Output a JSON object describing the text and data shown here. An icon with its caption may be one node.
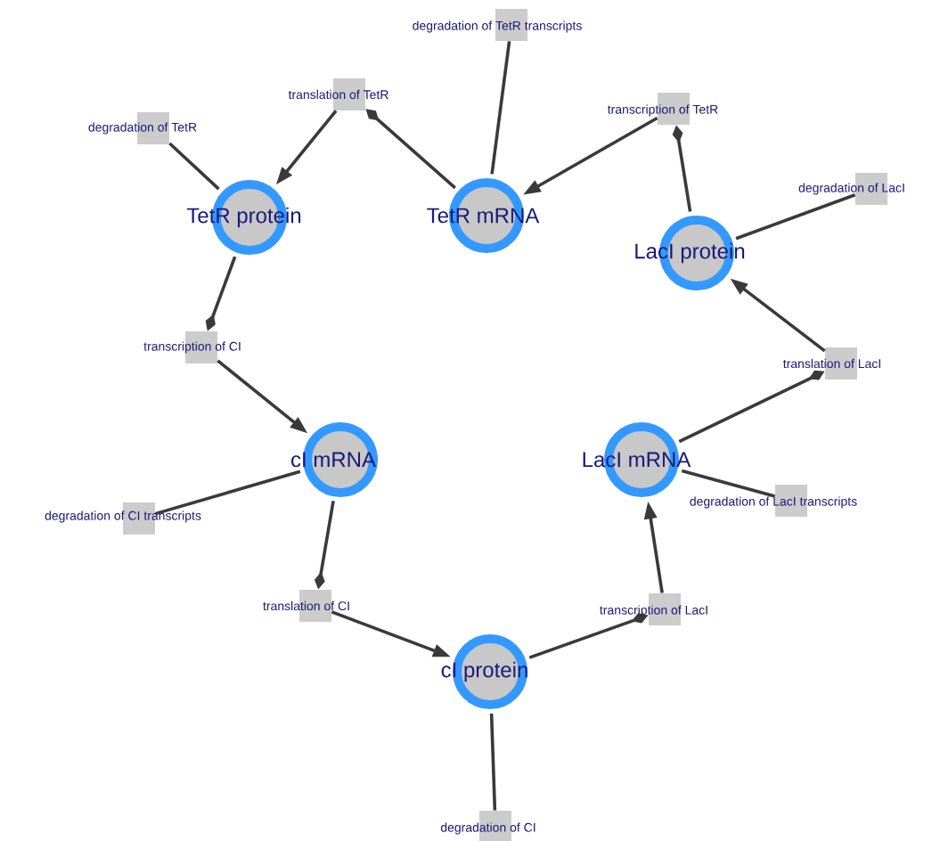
{
  "diagram": {
    "nodes": [
      {
        "text": [
          "TetR protein"
        ]
      },
      {
        "text": [
          "TetR mRNA"
        ]
      },
      {
        "text": [
          "LacI protein"
        ]
      },
      {
        "text": [
          "cI mRNA"
        ]
      },
      {
        "text": [
          "LacI mRNA"
        ]
      },
      {
        "text": [
          "cI protein"
        ]
      },
      {
        "text": [
          "degradation of TetR transcripts"
        ]
      },
      {
        "text": [
          "translation of TetR"
        ]
      },
      {
        "text": [
          "degradation of TetR"
        ]
      },
      {
        "text": [
          "transcription of TetR"
        ]
      },
      {
        "text": [
          "degradation of LacI"
        ]
      },
      {
        "text": [
          "transcription of CI"
        ]
      },
      {
        "text": [
          "translation of LacI"
        ]
      },
      {
        "text": [
          "degradation of CI transcripts"
        ]
      },
      {
        "text": [
          "degradation of LacI transcripts"
        ]
      },
      {
        "text": [
          "translation of CI"
        ]
      },
      {
        "text": [
          "transcription of LacI"
        ]
      },
      {
        "text": [
          "degradation of CI"
        ]
      }
    ],
    "edges": [
      {
        "from": 1,
        "to": 6,
        "arrow": "none"
      },
      {
        "from": 1,
        "to": 7,
        "arrow": "other"
      },
      {
        "from": 7,
        "to": 0,
        "arrow": "to"
      },
      {
        "from": 0,
        "to": 8,
        "arrow": "none"
      },
      {
        "from": 9,
        "to": 1,
        "arrow": "to"
      },
      {
        "from": 2,
        "to": 9,
        "arrow": "other"
      },
      {
        "from": 2,
        "to": 10,
        "arrow": "none"
      },
      {
        "from": 0,
        "to": 11,
        "arrow": "other"
      },
      {
        "from": 11,
        "to": 3,
        "arrow": "to"
      },
      {
        "from": 3,
        "to": 13,
        "arrow": "none"
      },
      {
        "from": 3,
        "to": 15,
        "arrow": "other"
      },
      {
        "from": 15,
        "to": 5,
        "arrow": "to"
      },
      {
        "from": 5,
        "to": 17,
        "arrow": "none"
      },
      {
        "from": 5,
        "to": 16,
        "arrow": "other"
      },
      {
        "from": 16,
        "to": 4,
        "arrow": "to"
      },
      {
        "from": 4,
        "to": 14,
        "arrow": "none"
      },
      {
        "from": 4,
        "to": 12,
        "arrow": "other"
      },
      {
        "from": 12,
        "to": 2,
        "arrow": "to"
      }
    ]
  }
}
